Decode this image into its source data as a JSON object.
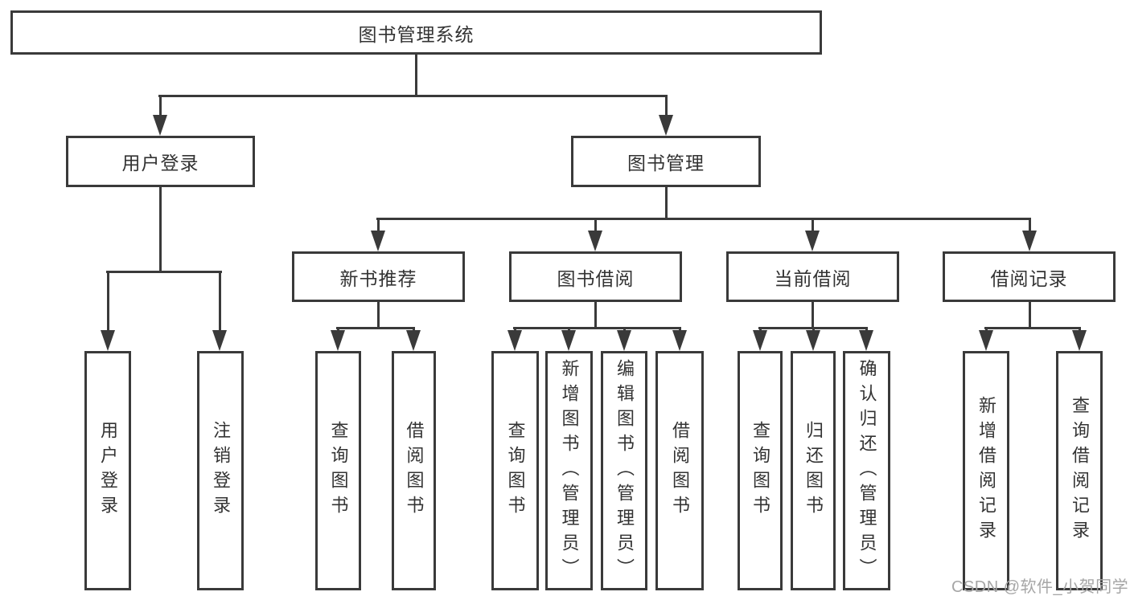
{
  "diagram": {
    "root": "图书管理系统",
    "level2": [
      "用户登录",
      "图书管理"
    ],
    "level3": [
      "新书推荐",
      "图书借阅",
      "当前借阅",
      "借阅记录"
    ],
    "user_login_children": [
      "用户登录",
      "注销登录"
    ],
    "new_books_children": [
      "查询图书",
      "借阅图书"
    ],
    "book_borrowing_children": [
      "查询图书",
      "新增图书（管理员）",
      "编辑图书（管理员）",
      "借阅图书"
    ],
    "current_borrowing_children": [
      "查询图书",
      "归还图书",
      "确认归还（管理员）"
    ],
    "borrow_records_children": [
      "新增借阅记录",
      "查询借阅记录"
    ],
    "colors": {
      "line": "#3a3a3a",
      "text": "#333333",
      "watermark": "#a6a6a6"
    }
  },
  "watermark": {
    "text": "CSDN @软件_小贺同学"
  }
}
